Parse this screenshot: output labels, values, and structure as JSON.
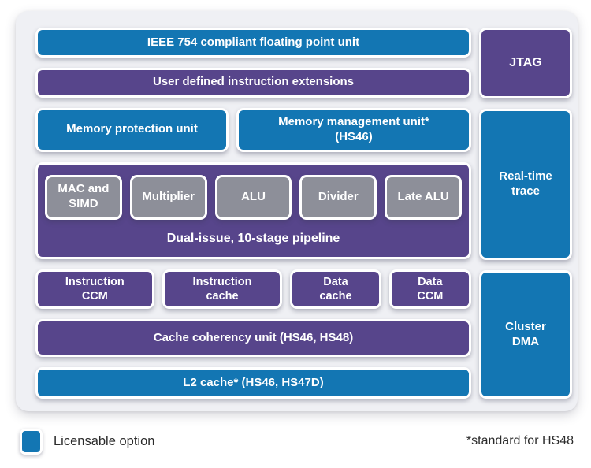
{
  "palette": {
    "blue": "#1376b3",
    "purple": "#57458b",
    "gray": "#8d8f99",
    "board-bg": "#eff0f4",
    "text-dark": "#2b2b2b"
  },
  "board": {
    "fpu": "IEEE 754 compliant floating point unit",
    "udie": "User defined instruction extensions",
    "mpu": "Memory protection unit",
    "mmu": "Memory management unit*\n(HS46)",
    "jtag": "JTAG",
    "rtt": "Real-time\ntrace",
    "cdma": "Cluster\nDMA",
    "pipeline": {
      "caption": "Dual-issue, 10-stage pipeline",
      "units": [
        "MAC and\nSIMD",
        "Multiplier",
        "ALU",
        "Divider",
        "Late ALU"
      ]
    },
    "mem_row": [
      "Instruction\nCCM",
      "Instruction\ncache",
      "Data\ncache",
      "Data\nCCM"
    ],
    "ccu": "Cache coherency unit (HS46, HS48)",
    "l2": "L2 cache* (HS46, HS47D)"
  },
  "legend": {
    "licensable": "Licensable option",
    "footnote": "*standard for HS48"
  }
}
